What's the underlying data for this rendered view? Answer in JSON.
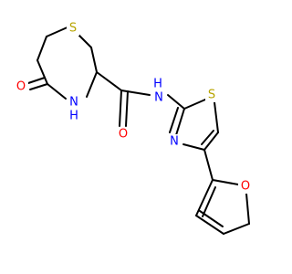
{
  "molecule": {
    "colors": {
      "bond": "#000000",
      "S": "#b7a400",
      "N": "#0000ff",
      "O": "#ff0000",
      "H": "#0000ff"
    },
    "atom_labels": {
      "s_ring": "S",
      "n_ring": "N",
      "h_ring": "H",
      "o_ketone": "O",
      "n_amide": "N",
      "h_amide": "H",
      "o_amide": "O",
      "s_thiazole": "S",
      "n_thiazole": "N",
      "o_furan": "O"
    }
  }
}
